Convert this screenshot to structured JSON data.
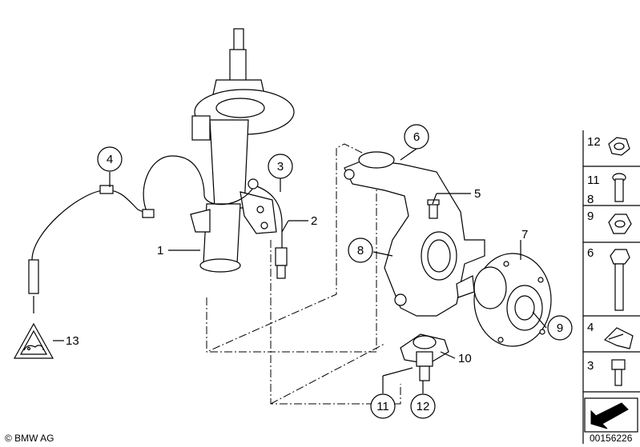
{
  "diagram": {
    "callouts": {
      "c1": "1",
      "c2": "2",
      "c3": "3",
      "c4": "4",
      "c5": "5",
      "c6": "6",
      "c7": "7",
      "c8": "8",
      "c9": "9",
      "c10": "10",
      "c11": "11",
      "c12": "12",
      "c13": "13"
    },
    "sidebar": {
      "s12": "12",
      "s11": "11",
      "s8": "8",
      "s9": "9",
      "s6": "6",
      "s4": "4",
      "s3": "3"
    },
    "copyright": "© BMW AG",
    "diagram_number": "00156226"
  }
}
